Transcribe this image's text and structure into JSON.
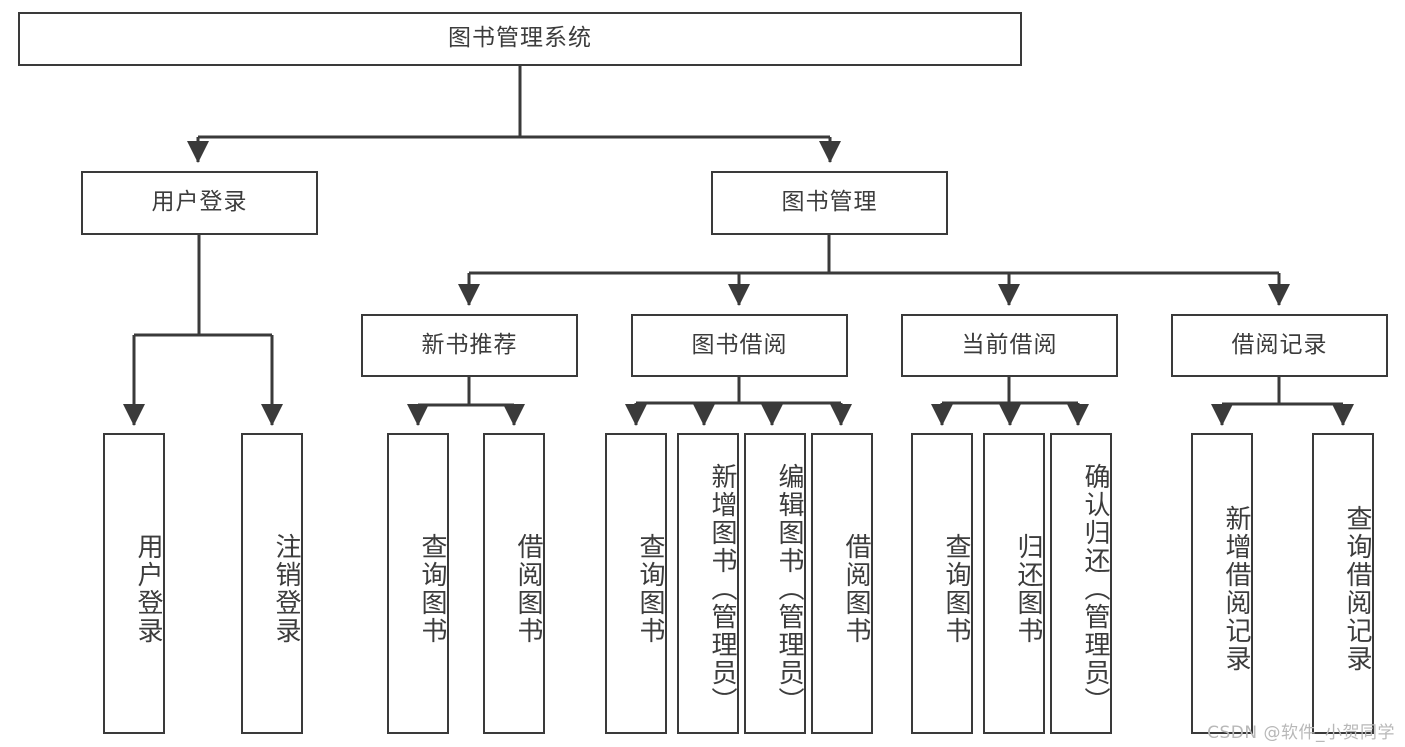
{
  "diagram": {
    "title": "图书管理系统",
    "watermark": "CSDN @软件_小贺同学",
    "style": {
      "box_border_color": "#3a3a3a",
      "box_fill_color": "#ffffff",
      "text_color": "#3c3c3c",
      "connector_color": "#3a3a3a",
      "background": "#ffffff"
    },
    "root": {
      "label": "图书管理系统"
    },
    "level2": [
      {
        "label": "用户登录"
      },
      {
        "label": "图书管理"
      }
    ],
    "level3": [
      {
        "label": "新书推荐"
      },
      {
        "label": "图书借阅"
      },
      {
        "label": "当前借阅"
      },
      {
        "label": "借阅记录"
      }
    ],
    "leaves": {
      "user_login": [
        {
          "label": "用户登录"
        },
        {
          "label": "注销登录"
        }
      ],
      "new_book_recommend": [
        {
          "label": "查询图书"
        },
        {
          "label": "借阅图书"
        }
      ],
      "book_borrow": [
        {
          "label": "查询图书"
        },
        {
          "label": "新增图书（管理员）"
        },
        {
          "label": "编辑图书（管理员）"
        },
        {
          "label": "借阅图书"
        }
      ],
      "current_borrow": [
        {
          "label": "查询图书"
        },
        {
          "label": "归还图书"
        },
        {
          "label": "确认归还（管理员）"
        }
      ],
      "borrow_record": [
        {
          "label": "新增借阅记录"
        },
        {
          "label": "查询借阅记录"
        }
      ]
    }
  }
}
